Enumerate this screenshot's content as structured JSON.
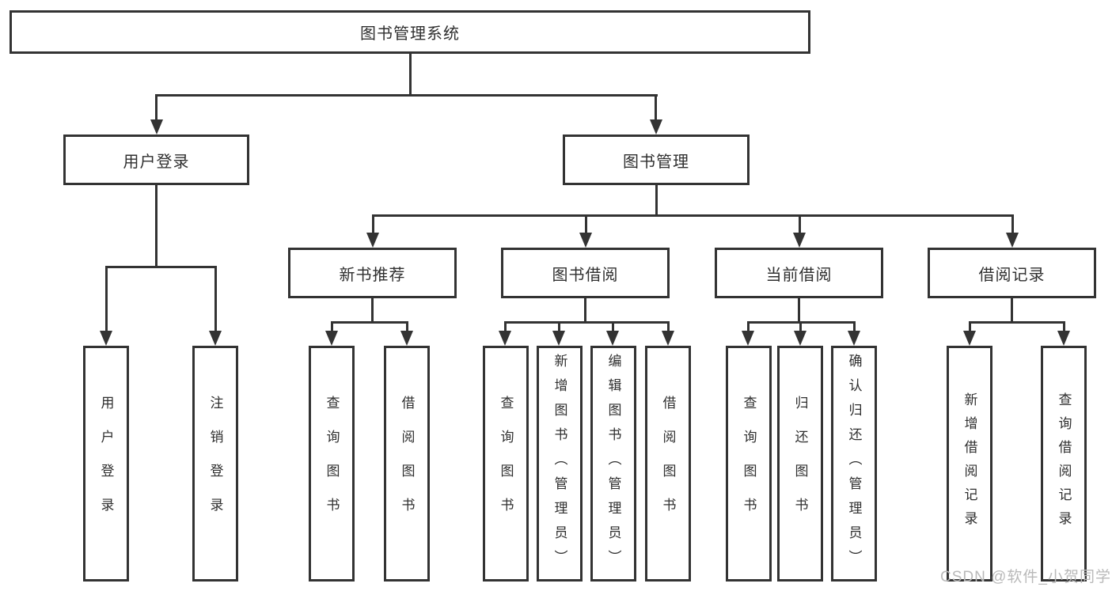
{
  "tree": {
    "root": "图书管理系统",
    "userLogin": {
      "label": "用户登录",
      "leaves": [
        "用户登录",
        "注销登录"
      ]
    },
    "bookMgmt": {
      "label": "图书管理",
      "sections": [
        {
          "label": "新书推荐",
          "leaves": [
            "查询图书",
            "借阅图书"
          ]
        },
        {
          "label": "图书借阅",
          "leaves": [
            "查询图书",
            "新增图书（管理员）",
            "编辑图书（管理员）",
            "借阅图书"
          ]
        },
        {
          "label": "当前借阅",
          "leaves": [
            "查询图书",
            "归还图书",
            "确认归还（管理员）"
          ]
        },
        {
          "label": "借阅记录",
          "leaves": [
            "新增借阅记录",
            "查询借阅记录"
          ]
        }
      ]
    }
  },
  "watermark": {
    "text": "CSDN @软件_小贺同学"
  },
  "colors": {
    "line": "#333333",
    "text": "#2f2f2f",
    "watermark": "#b9b9b9",
    "bg": "#ffffff"
  }
}
